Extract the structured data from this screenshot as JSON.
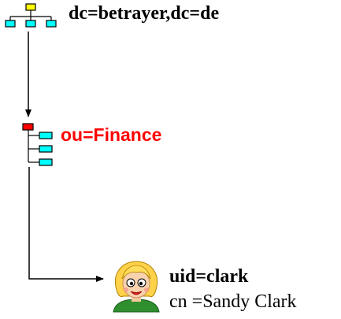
{
  "root": {
    "dn": "dc=betrayer,dc=de",
    "icon": "domain-tree-icon"
  },
  "ou": {
    "dn": "ou=Finance",
    "icon": "org-unit-tree-icon",
    "color": "#ff0000"
  },
  "user": {
    "dn": "uid=clark",
    "attribute": "cn =Sandy Clark",
    "icon": "user-avatar-icon"
  },
  "colors": {
    "node_cyan": "#00ffff",
    "root_yellow": "#ffff00",
    "ou_red": "#ff0000",
    "connector": "#000000"
  }
}
